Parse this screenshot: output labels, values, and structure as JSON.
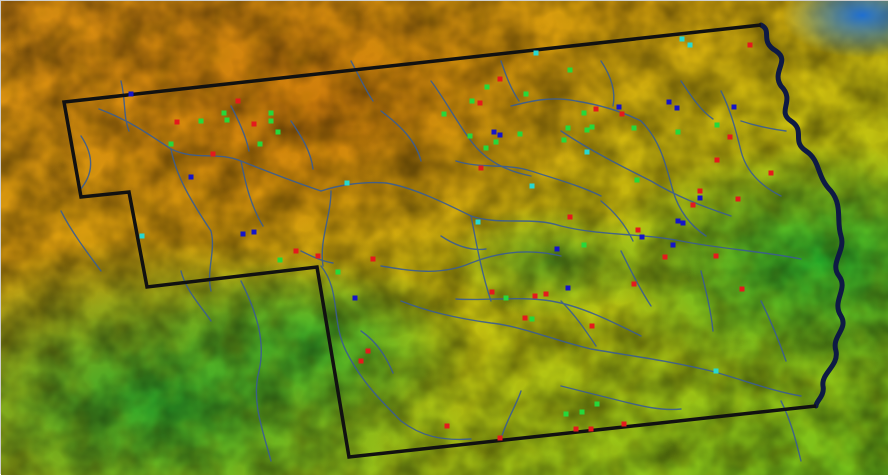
{
  "map": {
    "type": "shaded-relief elevation map with county boundary, streams and sample points",
    "colors": {
      "elevation_high": "#c8640a",
      "elevation_mid": "#e8c40a",
      "elevation_low": "#1e9e2a",
      "water": "#1f6fd0",
      "boundary": "#111111",
      "river": "#0e1a44",
      "streams": "#3b5d92"
    },
    "point_categories": [
      {
        "name": "red",
        "color": "#e41a1c"
      },
      {
        "name": "green",
        "color": "#27d83a"
      },
      {
        "name": "blue",
        "color": "#1515c8"
      },
      {
        "name": "cyan",
        "color": "#27d8d0"
      }
    ]
  }
}
